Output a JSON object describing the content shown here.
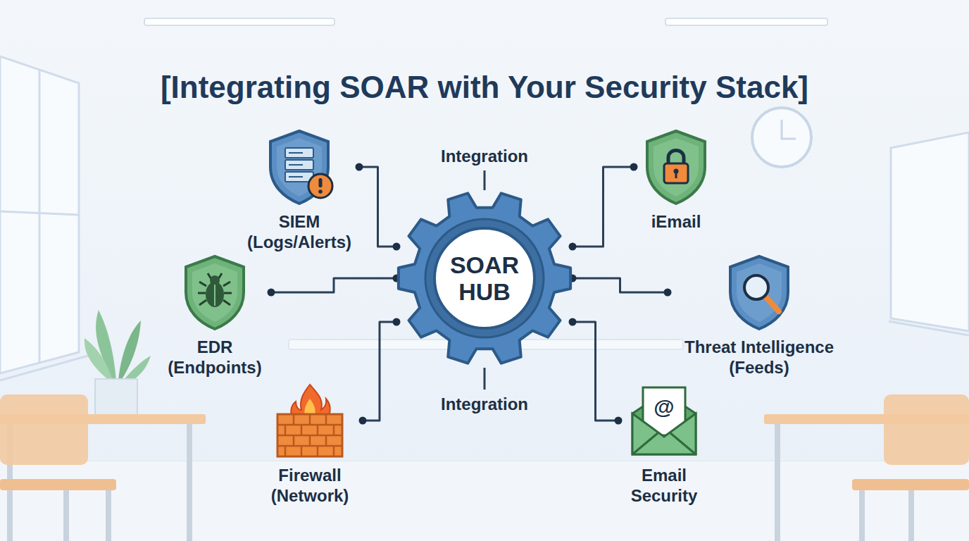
{
  "diagram": {
    "title": "[Integrating SOAR with Your Security Stack]",
    "nodes": [
      {
        "text": [
          "SOAR HUB"
        ]
      },
      {
        "text": [
          "SIEM (Logs/Alerts)"
        ]
      },
      {
        "text": [
          "iEmail"
        ]
      },
      {
        "text": [
          "EDR (Endpoints)"
        ]
      },
      {
        "text": [
          "Threat Intelligence (Feeds)"
        ]
      },
      {
        "text": [
          "Firewall (Network)"
        ]
      },
      {
        "text": [
          "Email Security"
        ]
      }
    ],
    "edges": [
      {
        "from": 1,
        "to": 0,
        "arrow": "none"
      },
      {
        "from": 2,
        "to": 0,
        "arrow": "none"
      },
      {
        "from": 3,
        "to": 0,
        "arrow": "none"
      },
      {
        "from": 4,
        "to": 0,
        "arrow": "none"
      },
      {
        "from": 5,
        "to": 0,
        "arrow": "none"
      },
      {
        "from": 6,
        "to": 0,
        "arrow": "none"
      }
    ],
    "labels": [
      "Integration",
      "Integration",
      "@"
    ]
  }
}
